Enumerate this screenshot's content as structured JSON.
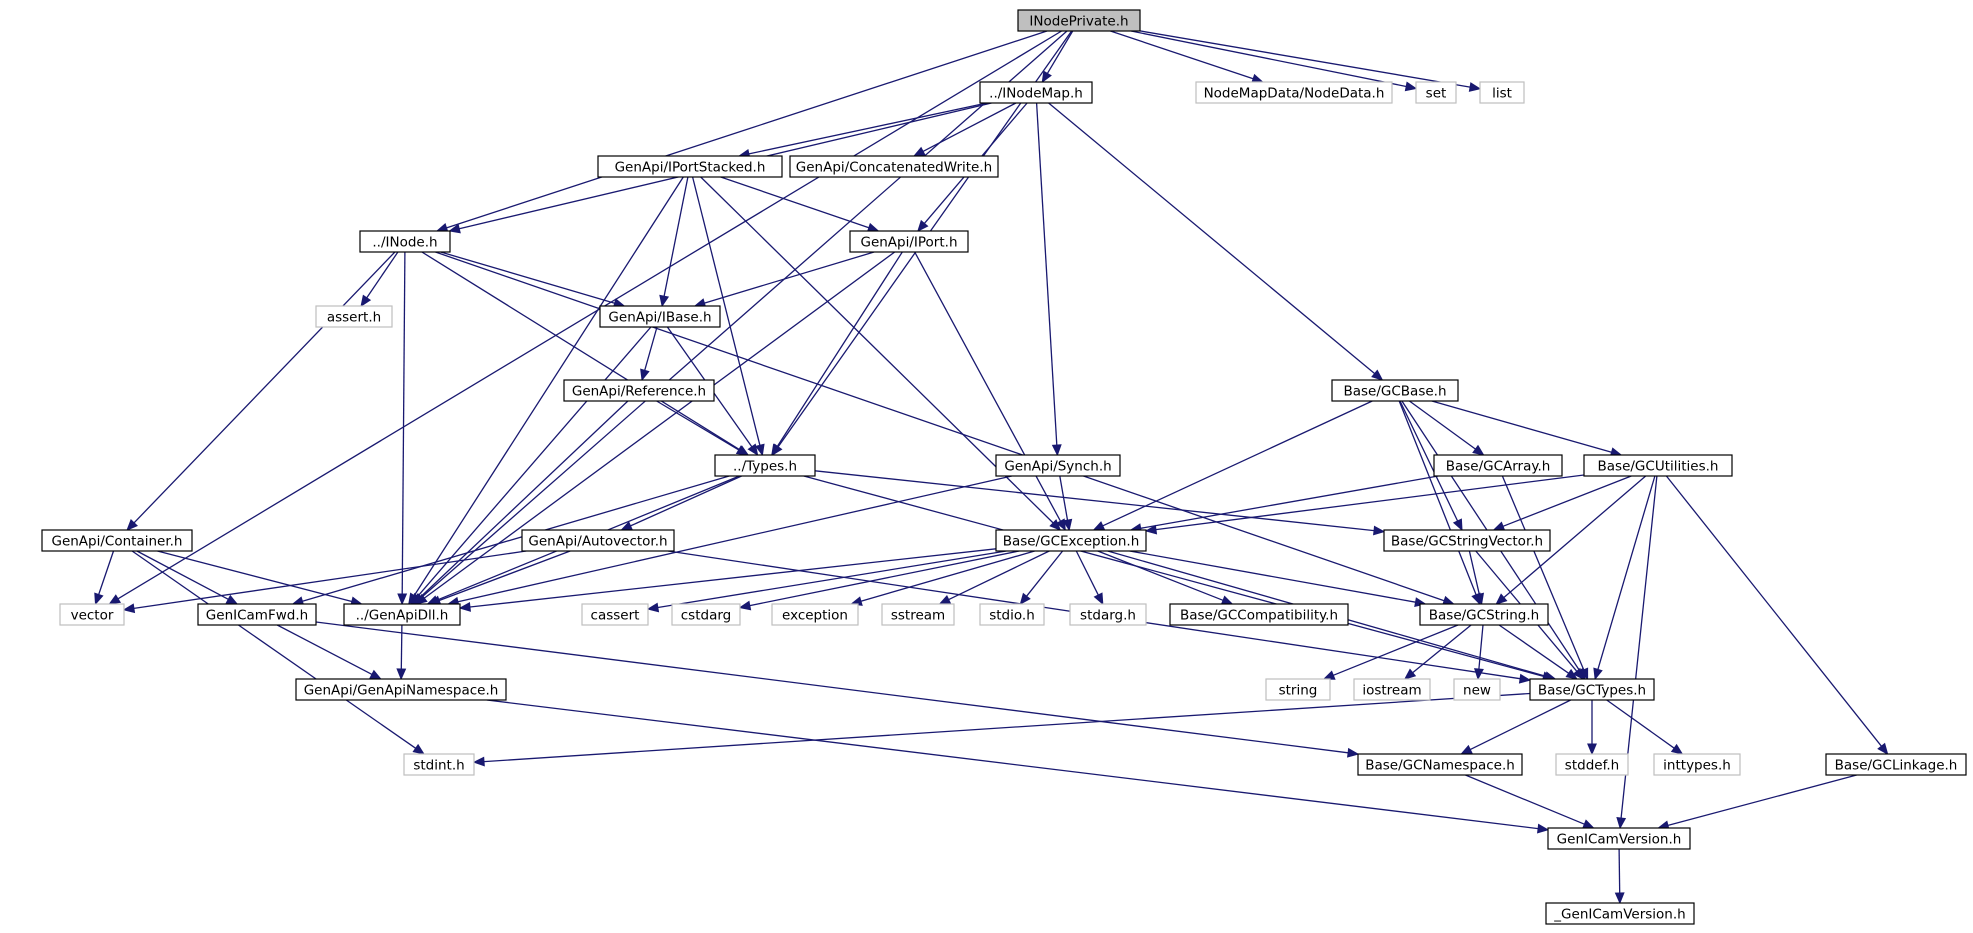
{
  "diagram": {
    "type": "include-dependency-graph",
    "colors": {
      "edge": "#191970",
      "root_fill": "#bfbfbf",
      "node_border": "#000000",
      "external_border": "#bfbfbf",
      "background": "#ffffff"
    },
    "nodes": [
      {
        "id": "inodeprivate",
        "label": "INodePrivate.h",
        "kind": "root"
      },
      {
        "id": "inodemap",
        "label": "../INodeMap.h",
        "kind": "doc"
      },
      {
        "id": "nodedata",
        "label": "NodeMapData/NodeData.h",
        "kind": "ext"
      },
      {
        "id": "set",
        "label": "set",
        "kind": "ext"
      },
      {
        "id": "list",
        "label": "list",
        "kind": "ext"
      },
      {
        "id": "iportstacked",
        "label": "GenApi/IPortStacked.h",
        "kind": "doc"
      },
      {
        "id": "concatwrite",
        "label": "GenApi/ConcatenatedWrite.h",
        "kind": "doc"
      },
      {
        "id": "inode",
        "label": "../INode.h",
        "kind": "doc"
      },
      {
        "id": "iport",
        "label": "GenApi/IPort.h",
        "kind": "doc"
      },
      {
        "id": "assert",
        "label": "assert.h",
        "kind": "ext"
      },
      {
        "id": "ibase",
        "label": "GenApi/IBase.h",
        "kind": "doc"
      },
      {
        "id": "reference",
        "label": "GenApi/Reference.h",
        "kind": "doc"
      },
      {
        "id": "gcbase",
        "label": "Base/GCBase.h",
        "kind": "doc"
      },
      {
        "id": "types",
        "label": "../Types.h",
        "kind": "doc"
      },
      {
        "id": "synch",
        "label": "GenApi/Synch.h",
        "kind": "doc"
      },
      {
        "id": "gcarray",
        "label": "Base/GCArray.h",
        "kind": "doc"
      },
      {
        "id": "gcutilities",
        "label": "Base/GCUtilities.h",
        "kind": "doc"
      },
      {
        "id": "container",
        "label": "GenApi/Container.h",
        "kind": "doc"
      },
      {
        "id": "autovector",
        "label": "GenApi/Autovector.h",
        "kind": "doc"
      },
      {
        "id": "gcexception",
        "label": "Base/GCException.h",
        "kind": "doc"
      },
      {
        "id": "gcstringvector",
        "label": "Base/GCStringVector.h",
        "kind": "doc"
      },
      {
        "id": "vector",
        "label": "vector",
        "kind": "ext"
      },
      {
        "id": "genicamfwd",
        "label": "GenICamFwd.h",
        "kind": "doc"
      },
      {
        "id": "genapidll",
        "label": "../GenApiDll.h",
        "kind": "doc"
      },
      {
        "id": "cassert",
        "label": "cassert",
        "kind": "ext"
      },
      {
        "id": "cstdarg",
        "label": "cstdarg",
        "kind": "ext"
      },
      {
        "id": "exception",
        "label": "exception",
        "kind": "ext"
      },
      {
        "id": "sstream",
        "label": "sstream",
        "kind": "ext"
      },
      {
        "id": "stdio",
        "label": "stdio.h",
        "kind": "ext"
      },
      {
        "id": "stdarg",
        "label": "stdarg.h",
        "kind": "ext"
      },
      {
        "id": "gccompat",
        "label": "Base/GCCompatibility.h",
        "kind": "doc"
      },
      {
        "id": "gcstring",
        "label": "Base/GCString.h",
        "kind": "doc"
      },
      {
        "id": "genapinamespace",
        "label": "GenApi/GenApiNamespace.h",
        "kind": "doc"
      },
      {
        "id": "string",
        "label": "string",
        "kind": "ext"
      },
      {
        "id": "iostream",
        "label": "iostream",
        "kind": "ext"
      },
      {
        "id": "new",
        "label": "new",
        "kind": "ext"
      },
      {
        "id": "gctypes",
        "label": "Base/GCTypes.h",
        "kind": "doc"
      },
      {
        "id": "stdint",
        "label": "stdint.h",
        "kind": "ext"
      },
      {
        "id": "gcnamespace",
        "label": "Base/GCNamespace.h",
        "kind": "doc"
      },
      {
        "id": "stddef",
        "label": "stddef.h",
        "kind": "ext"
      },
      {
        "id": "inttypes",
        "label": "inttypes.h",
        "kind": "ext"
      },
      {
        "id": "gclinkage",
        "label": "Base/GCLinkage.h",
        "kind": "doc"
      },
      {
        "id": "genicamversion",
        "label": "GenICamVersion.h",
        "kind": "doc"
      },
      {
        "id": "_genicamversion",
        "label": "_GenICamVersion.h",
        "kind": "doc"
      }
    ],
    "edges": [
      [
        "inodeprivate",
        "inodemap"
      ],
      [
        "inodeprivate",
        "nodedata"
      ],
      [
        "inodeprivate",
        "set"
      ],
      [
        "inodeprivate",
        "list"
      ],
      [
        "inodeprivate",
        "inode"
      ],
      [
        "inodeprivate",
        "types"
      ],
      [
        "inodeprivate",
        "genapidll"
      ],
      [
        "inodeprivate",
        "vector"
      ],
      [
        "inodemap",
        "iportstacked"
      ],
      [
        "inodemap",
        "concatwrite"
      ],
      [
        "inodemap",
        "inode"
      ],
      [
        "inodemap",
        "iport"
      ],
      [
        "inodemap",
        "synch"
      ],
      [
        "inodemap",
        "gcbase"
      ],
      [
        "iportstacked",
        "iport"
      ],
      [
        "iportstacked",
        "ibase"
      ],
      [
        "iportstacked",
        "types"
      ],
      [
        "iportstacked",
        "genapidll"
      ],
      [
        "iportstacked",
        "gcexception"
      ],
      [
        "inode",
        "assert"
      ],
      [
        "inode",
        "ibase"
      ],
      [
        "inode",
        "types"
      ],
      [
        "inode",
        "genapidll"
      ],
      [
        "inode",
        "container"
      ],
      [
        "inode",
        "gcstring"
      ],
      [
        "iport",
        "ibase"
      ],
      [
        "iport",
        "types"
      ],
      [
        "iport",
        "genapidll"
      ],
      [
        "iport",
        "gcexception"
      ],
      [
        "ibase",
        "reference"
      ],
      [
        "ibase",
        "types"
      ],
      [
        "ibase",
        "genapidll"
      ],
      [
        "reference",
        "types"
      ],
      [
        "reference",
        "genapidll"
      ],
      [
        "types",
        "autovector"
      ],
      [
        "types",
        "genapidll"
      ],
      [
        "types",
        "gcstringvector"
      ],
      [
        "types",
        "genicamfwd"
      ],
      [
        "types",
        "gctypes"
      ],
      [
        "synch",
        "gcexception"
      ],
      [
        "synch",
        "genapidll"
      ],
      [
        "gcbase",
        "gcarray"
      ],
      [
        "gcbase",
        "gcutilities"
      ],
      [
        "gcbase",
        "gcexception"
      ],
      [
        "gcbase",
        "gcstringvector"
      ],
      [
        "gcbase",
        "gcstring"
      ],
      [
        "gcbase",
        "gctypes"
      ],
      [
        "gcarray",
        "gcexception"
      ],
      [
        "gcarray",
        "gctypes"
      ],
      [
        "gcutilities",
        "gcexception"
      ],
      [
        "gcutilities",
        "gcstringvector"
      ],
      [
        "gcutilities",
        "gcstring"
      ],
      [
        "gcutilities",
        "gctypes"
      ],
      [
        "gcutilities",
        "gclinkage"
      ],
      [
        "gcutilities",
        "genicamversion"
      ],
      [
        "container",
        "vector"
      ],
      [
        "container",
        "genicamfwd"
      ],
      [
        "container",
        "genapidll"
      ],
      [
        "container",
        "stdint"
      ],
      [
        "autovector",
        "genapidll"
      ],
      [
        "autovector",
        "vector"
      ],
      [
        "autovector",
        "gctypes"
      ],
      [
        "gcexception",
        "genapidll"
      ],
      [
        "gcexception",
        "cassert"
      ],
      [
        "gcexception",
        "cstdarg"
      ],
      [
        "gcexception",
        "exception"
      ],
      [
        "gcexception",
        "sstream"
      ],
      [
        "gcexception",
        "stdio"
      ],
      [
        "gcexception",
        "stdarg"
      ],
      [
        "gcexception",
        "gccompat"
      ],
      [
        "gcexception",
        "gcstring"
      ],
      [
        "gcexception",
        "gctypes"
      ],
      [
        "gcstringvector",
        "gcstring"
      ],
      [
        "gcstringvector",
        "gctypes"
      ],
      [
        "genicamfwd",
        "genapinamespace"
      ],
      [
        "genicamfwd",
        "gcnamespace"
      ],
      [
        "genapidll",
        "genapinamespace"
      ],
      [
        "genapinamespace",
        "genicamversion"
      ],
      [
        "gcstring",
        "string"
      ],
      [
        "gcstring",
        "iostream"
      ],
      [
        "gcstring",
        "new"
      ],
      [
        "gcstring",
        "gctypes"
      ],
      [
        "gctypes",
        "stdint"
      ],
      [
        "gctypes",
        "gcnamespace"
      ],
      [
        "gctypes",
        "stddef"
      ],
      [
        "gctypes",
        "inttypes"
      ],
      [
        "gcnamespace",
        "genicamversion"
      ],
      [
        "gclinkage",
        "genicamversion"
      ],
      [
        "genicamversion",
        "_genicamversion"
      ]
    ]
  }
}
